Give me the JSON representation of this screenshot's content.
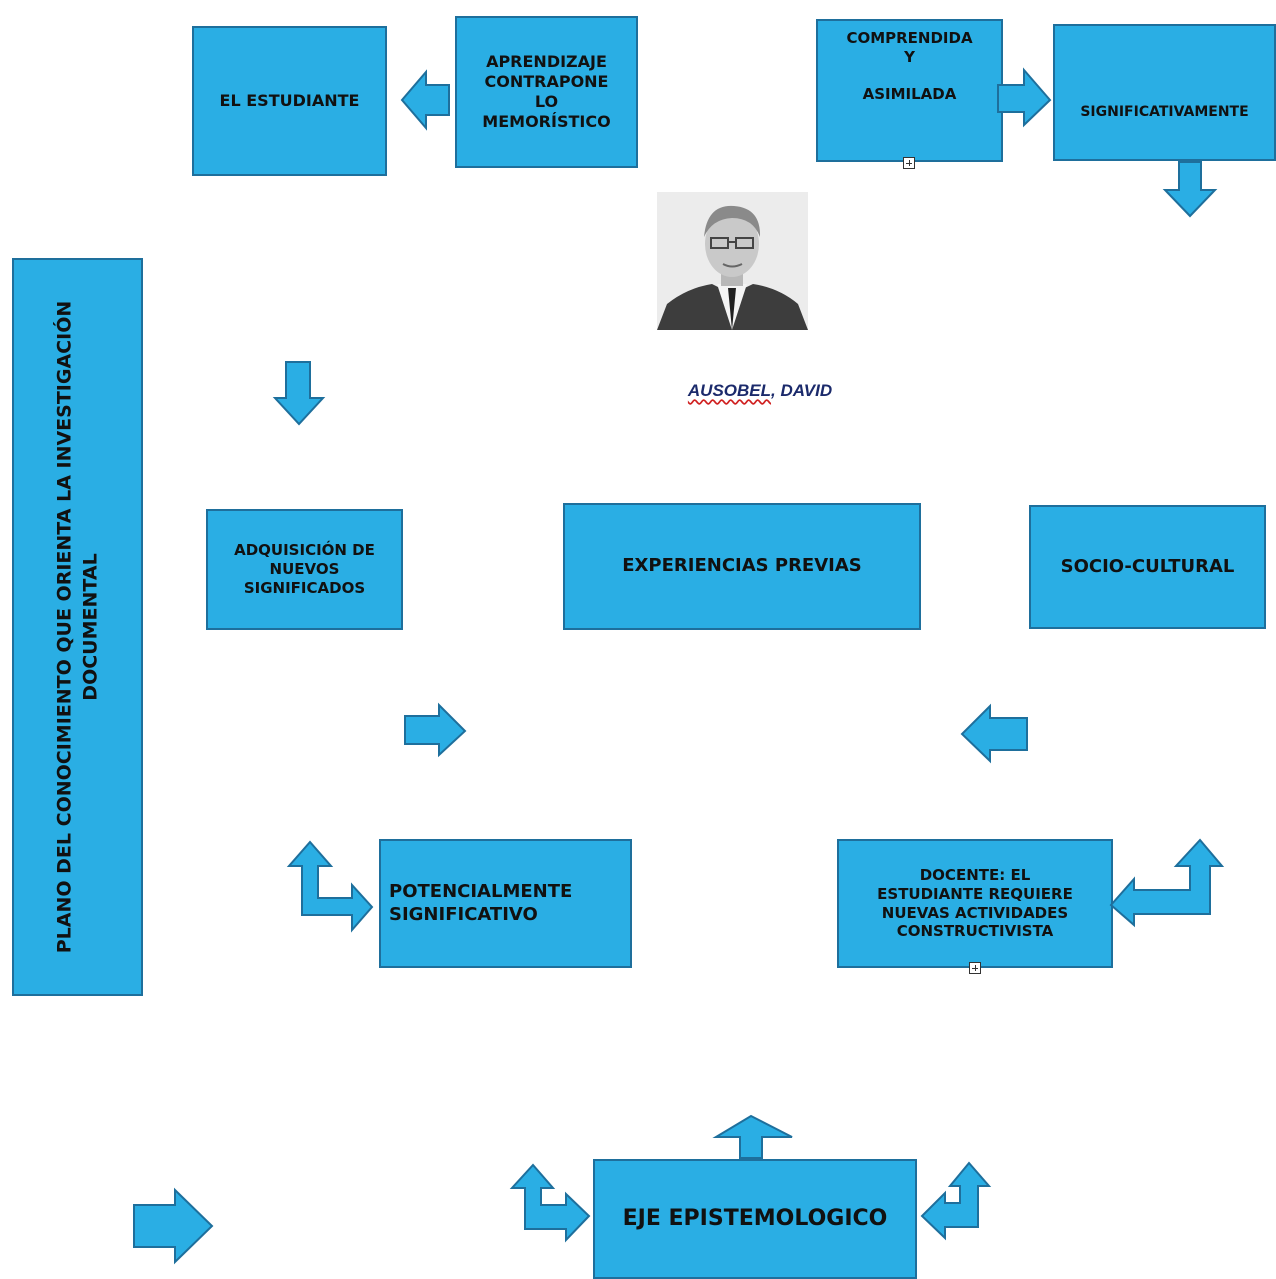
{
  "boxes": {
    "estudiante": "EL ESTUDIANTE",
    "aprendizaje": "APRENDIZAJE\nCONTRAPONE\nLO\nMEMORÍSTICO",
    "comprendida": "COMPRENDIDA\nY\n\nASIMILADA",
    "significativamente": "SIGNIFICATIVAMENTE",
    "adquisicion": "ADQUISICIÓN DE\nNUEVOS\nSIGNIFICADOS",
    "experiencias": "EXPERIENCIAS PREVIAS",
    "sociocultural": "SOCIO-CULTURAL",
    "potencialmente": "POTENCIALMENTE\nSIGNIFICATIVO",
    "docente": "DOCENTE: EL\nESTUDIANTE REQUIERE\nNUEVAS ACTIVIDADES\nCONSTRUCTIVISTA",
    "eje": "EJE EPISTEMOLOGICO"
  },
  "vertical_label": "PLANO DEL CONOCIMIENTO QUE ORIENTA LA INVESTIGACIÓN\nDOCUMENTAL",
  "author": {
    "surname": "AUSOBEL",
    "rest": ", DAVID"
  },
  "colors": {
    "box_fill": "#2aaee4",
    "box_border": "#1e6f9c",
    "author_text": "#1b2a6b"
  },
  "icons": [
    "expand-icon",
    "portrait-photo"
  ]
}
